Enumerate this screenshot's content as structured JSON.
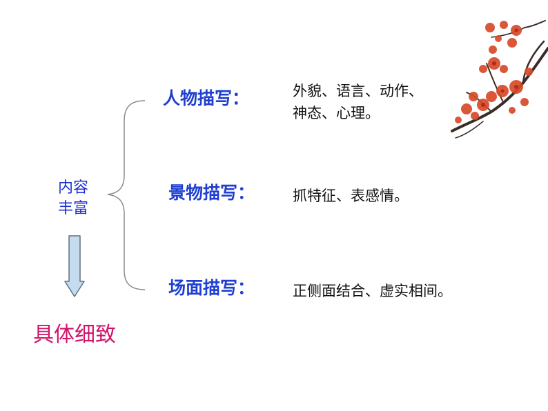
{
  "summary": {
    "topic_lines": [
      "内容",
      "丰富"
    ],
    "conclusion": "具体细致"
  },
  "categories": [
    {
      "label": "人物描写：",
      "detail_lines": [
        "外貌、语言、动作、",
        "神态、心理。"
      ]
    },
    {
      "label": "景物描写：",
      "detail_lines": [
        "抓特征、表感情。"
      ]
    },
    {
      "label": "场面描写：",
      "detail_lines": [
        "正侧面结合、虚实相间。"
      ]
    }
  ],
  "colors": {
    "topic": "#1f2fd0",
    "category": "#1f3fd2",
    "conclusion": "#d0156a",
    "arrow_fill": "#c5dcee",
    "arrow_stroke": "#5f6f80",
    "brace": "#8a8a8a",
    "blossom": "#d64a2a",
    "branch": "#3a2c26"
  },
  "icons": [
    "down-arrow-icon",
    "curly-brace",
    "plum-blossom-branch"
  ]
}
